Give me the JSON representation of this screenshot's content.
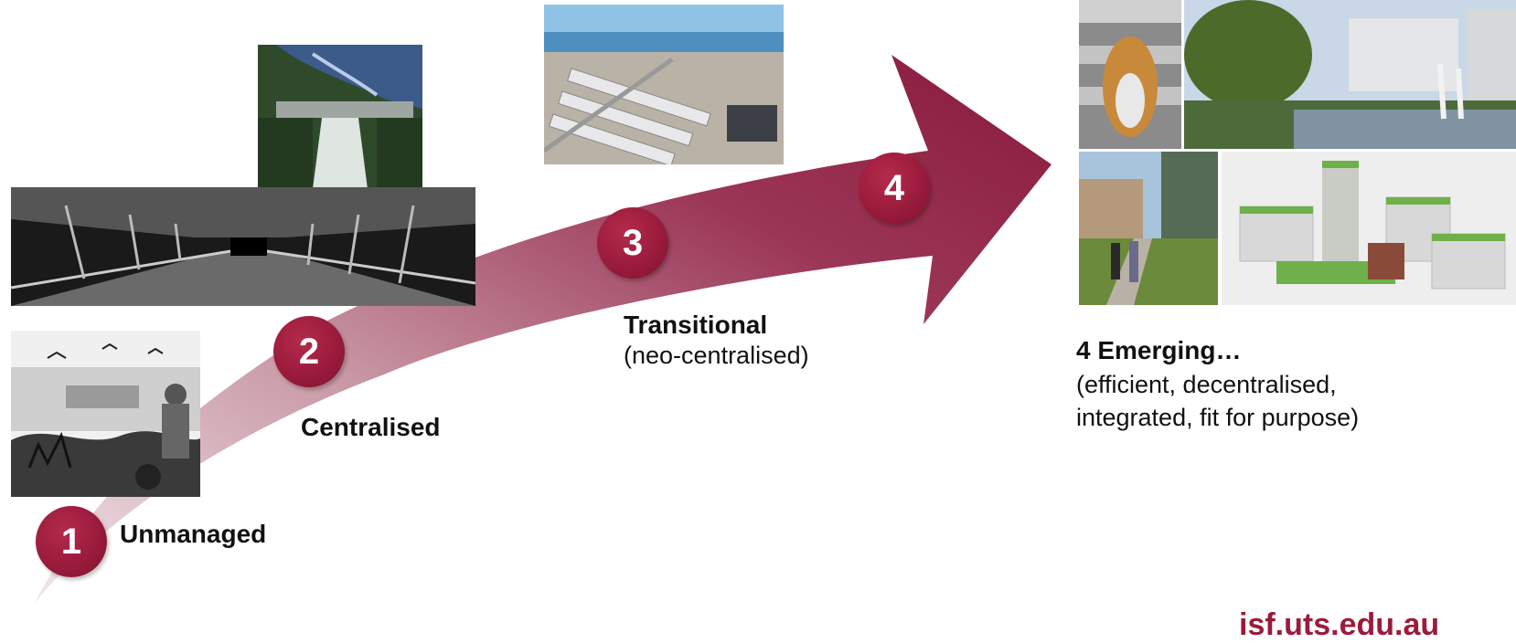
{
  "stages": [
    {
      "number": "1",
      "title": "Unmanaged",
      "subtitle": ""
    },
    {
      "number": "2",
      "title": "Centralised",
      "subtitle": ""
    },
    {
      "number": "3",
      "title": "Transitional",
      "subtitle": "(neo-centralised)"
    },
    {
      "number": "4",
      "title": "4 Emerging…",
      "subtitle_lines": [
        "(efficient, decentralised,",
        "integrated, fit for purpose)"
      ]
    }
  ],
  "footer": "isf.uts.edu.au",
  "colors": {
    "accent": "#9b1b3c",
    "arrow_light": "#e6d3d8"
  }
}
